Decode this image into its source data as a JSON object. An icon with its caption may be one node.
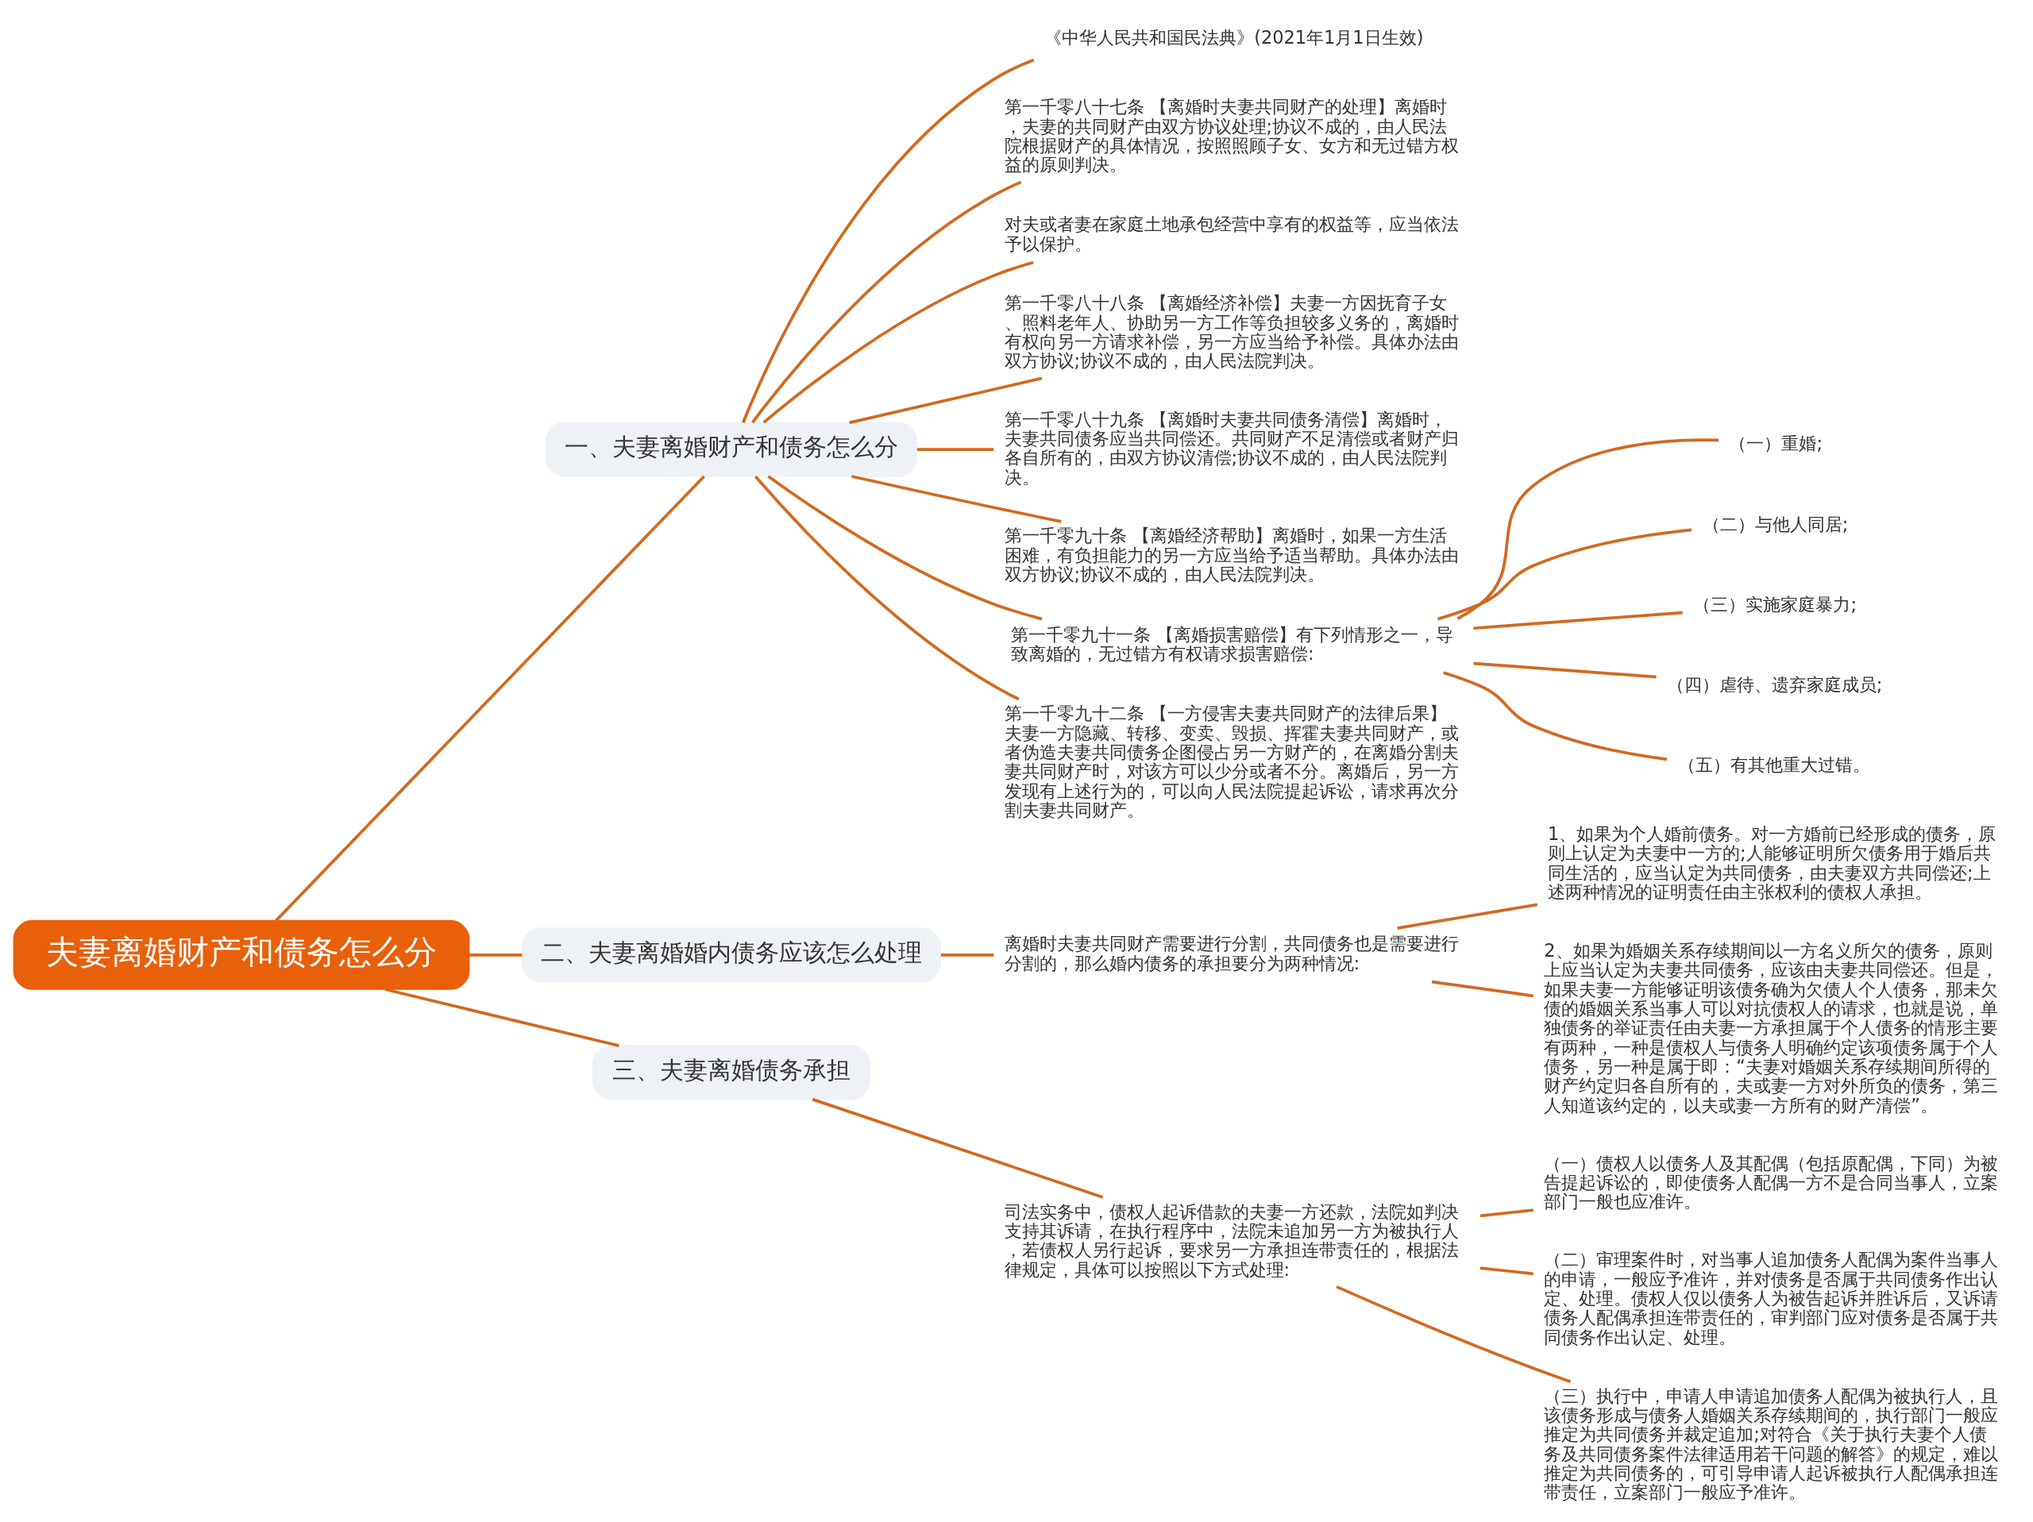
{
  "diagram": {
    "nodes": [
      {
        "text": [
          "夫妻离婚财产和债务怎么分"
        ]
      },
      {
        "text": [
          "一、夫妻离婚财产和债务怎么分"
        ]
      },
      {
        "text": [
          "《中华人民共和国民法典》(2021年1月1日生效)"
        ]
      },
      {
        "text": [
          "第一千零八十七条 【离婚时夫妻共同财产的处理】离婚时，夫妻的共同财产由双方协议处理;协议不成的，由人民法院根据财产的具体情况，按照照顾子女、女方和无过错方权益的原则判决。"
        ]
      },
      {
        "text": [
          "对夫或者妻在家庭土地承包经营中享有的权益等，应当依法予以保护。"
        ]
      },
      {
        "text": [
          "第一千零八十八条 【离婚经济补偿】夫妻一方因抚育子女、照料老年人、协助另一方工作等负担较多义务的，离婚时有权向另一方请求补偿，另一方应当给予补偿。具体办法由双方协议;协议不成的，由人民法院判决。"
        ]
      },
      {
        "text": [
          "第一千零八十九条 【离婚时夫妻共同债务清偿】离婚时，夫妻共同债务应当共同偿还。共同财产不足清偿或者财产归各自所有的，由双方协议清偿;协议不成的，由人民法院判决。"
        ]
      },
      {
        "text": [
          "第一千零九十条 【离婚经济帮助】离婚时，如果一方生活困难，有负担能力的另一方应当给予适当帮助。具体办法由双方协议;协议不成的，由人民法院判决。"
        ]
      },
      {
        "text": [
          "第一千零九十一条 【离婚损害赔偿】有下列情形之一，导致离婚的，无过错方有权请求损害赔偿:"
        ]
      },
      {
        "text": [
          "（一）重婚;"
        ]
      },
      {
        "text": [
          "（二）与他人同居;"
        ]
      },
      {
        "text": [
          "（三）实施家庭暴力;"
        ]
      },
      {
        "text": [
          "（四）虐待、遗弃家庭成员;"
        ]
      },
      {
        "text": [
          "（五）有其他重大过错。"
        ]
      },
      {
        "text": [
          "第一千零九十二条 【一方侵害夫妻共同财产的法律后果】夫妻一方隐藏、转移、变卖、毁损、挥霍夫妻共同财产，或者伪造夫妻共同债务企图侵占另一方财产的，在离婚分割夫妻共同财产时，对该方可以少分或者不分。离婚后，另一方发现有上述行为的，可以向人民法院提起诉讼，请求再次分割夫妻共同财产。"
        ]
      },
      {
        "text": [
          "二、夫妻离婚婚内债务应该怎么处理"
        ]
      },
      {
        "text": [
          "离婚时夫妻共同财产需要进行分割，共同债务也是需要进行分割的，那么婚内债务的承担要分为两种情况:"
        ]
      },
      {
        "text": [
          "1、如果为个人婚前债务。对一方婚前已经形成的债务，原则上认定为夫妻中一方的;人能够证明所欠债务用于婚后共同生活的，应当认定为共同债务，由夫妻双方共同偿还;上述两种情况的证明责任由主张权利的债权人承担。"
        ]
      },
      {
        "text": [
          "2、如果为婚姻关系存续期间以一方名义所欠的债务，原则上应当认定为夫妻共同债务，应该由夫妻共同偿还。但是，如果夫妻一方能够证明该债务确为欠债人个人债务，那未欠债的婚姻关系当事人可以对抗债权人的请求，也就是说，单独债务的举证责任由夫妻一方承担属于个人债务的情形主要有两种，一种是债权人与债务人明确约定该项债务属于个人债务，另一种是属于即：“夫妻对婚姻关系存续期间所得的财产约定归各自所有的，夫或妻一方对外所负的债务，第三人知道该约定的，以夫或妻一方所有的财产清偿”。"
        ]
      },
      {
        "text": [
          "三、夫妻离婚债务承担"
        ]
      },
      {
        "text": [
          "司法实务中，债权人起诉借款的夫妻一方还款，法院如判决支持其诉请，在执行程序中，法院未追加另一方为被执行人，若债权人另行起诉，要求另一方承担连带责任的，根据法律规定，具体可以按照以下方式处理:"
        ]
      },
      {
        "text": [
          "（一）债权人以债务人及其配偶（包括原配偶，下同）为被告提起诉讼的，即使债务人配偶一方不是合同当事人，立案部门一般也应准许。"
        ]
      },
      {
        "text": [
          "（二）审理案件时，对当事人追加债务人配偶为案件当事人的申请，一般应予准许，并对债务是否属于共同债务作出认定、处理。债权人仅以债务人为被告起诉并胜诉后，又诉请债务人配偶承担连带责任的，审判部门应对债务是否属于共同债务作出认定、处理。"
        ]
      },
      {
        "text": [
          "（三）执行中，申请人申请追加债务人配偶为被执行人，且该债务形成与债务人婚姻关系存续期间的，执行部门一般应推定为共同债务并裁定追加;对符合《关于执行夫妻个人债务及共同债务案件法律适用若干问题的解答》的规定，难以推定为共同债务的，可引导申请人起诉被执行人配偶承担连带责任，立案部门一般应予准许。"
        ]
      }
    ],
    "edges": [
      {
        "from": 0,
        "to": 1,
        "arrow": "none"
      },
      {
        "from": 1,
        "to": 2,
        "arrow": "none"
      },
      {
        "from": 1,
        "to": 3,
        "arrow": "none"
      },
      {
        "from": 1,
        "to": 4,
        "arrow": "none"
      },
      {
        "from": 1,
        "to": 5,
        "arrow": "none"
      },
      {
        "from": 1,
        "to": 6,
        "arrow": "none"
      },
      {
        "from": 1,
        "to": 7,
        "arrow": "none"
      },
      {
        "from": 1,
        "to": 8,
        "arrow": "none"
      },
      {
        "from": 8,
        "to": 9,
        "arrow": "none"
      },
      {
        "from": 8,
        "to": 10,
        "arrow": "none"
      },
      {
        "from": 8,
        "to": 11,
        "arrow": "none"
      },
      {
        "from": 8,
        "to": 12,
        "arrow": "none"
      },
      {
        "from": 8,
        "to": 13,
        "arrow": "none"
      },
      {
        "from": 1,
        "to": 14,
        "arrow": "none"
      },
      {
        "from": 0,
        "to": 15,
        "arrow": "none"
      },
      {
        "from": 15,
        "to": 16,
        "arrow": "none"
      },
      {
        "from": 16,
        "to": 17,
        "arrow": "none"
      },
      {
        "from": 16,
        "to": 18,
        "arrow": "none"
      },
      {
        "from": 0,
        "to": 19,
        "arrow": "none"
      },
      {
        "from": 19,
        "to": 20,
        "arrow": "none"
      },
      {
        "from": 20,
        "to": 21,
        "arrow": "none"
      },
      {
        "from": 20,
        "to": 22,
        "arrow": "none"
      },
      {
        "from": 20,
        "to": 23,
        "arrow": "none"
      }
    ]
  }
}
